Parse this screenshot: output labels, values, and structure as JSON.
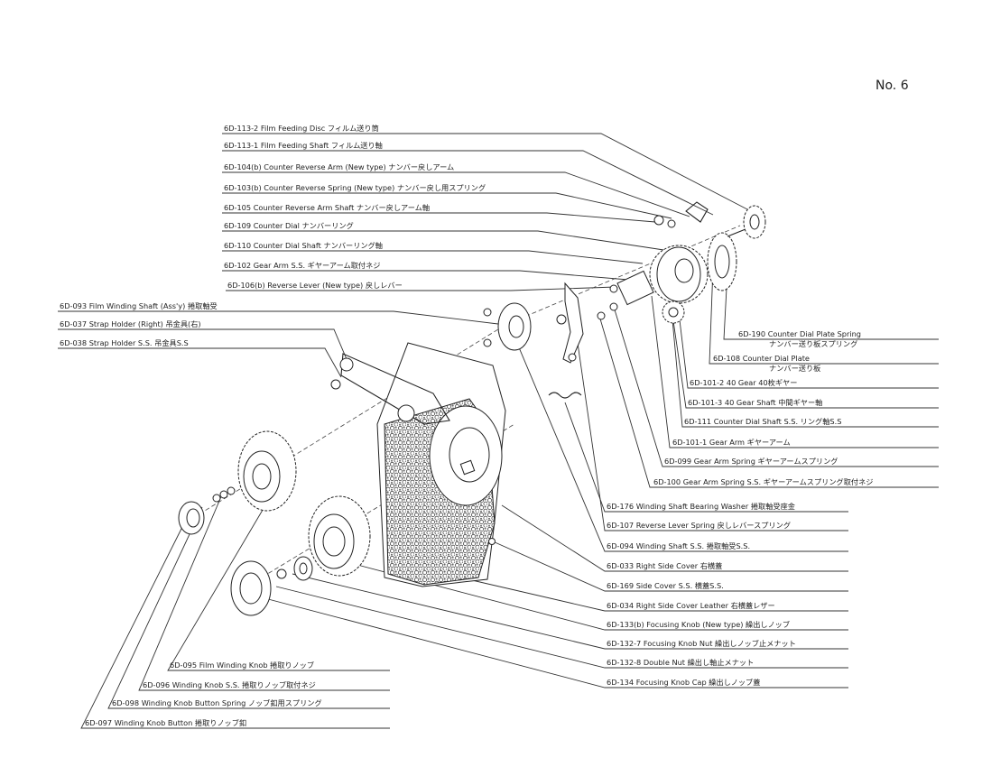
{
  "page_number": "No. 6",
  "callouts": [
    {
      "text": "6D-113-2 Film Feeding Disc フィルム送り筒"
    },
    {
      "text": "6D-113-1 Film Feeding Shaft フィルム送り軸"
    },
    {
      "text": "6D-104(b) Counter Reverse Arm (New type) ナンバー戻しアーム"
    },
    {
      "text": "6D-103(b) Counter Reverse Spring (New type) ナンバー戻し用スプリング"
    },
    {
      "text": "6D-105 Counter Reverse Arm Shaft ナンバー戻しアーム軸"
    },
    {
      "text": "6D-109 Counter Dial ナンバーリング"
    },
    {
      "text": "6D-110 Counter Dial Shaft ナンバーリング軸"
    },
    {
      "text": "6D-102 Gear Arm S.S. ギヤーアーム取付ネジ"
    },
    {
      "text": "6D-106(b) Reverse Lever (New type) 戻しレバー"
    },
    {
      "text": "6D-093 Film Winding Shaft (Ass'y) 捲取軸受"
    },
    {
      "text": "6D-037 Strap Holder (Right) 吊金具(右)"
    },
    {
      "text": "6D-038 Strap Holder S.S. 吊金具S.S"
    },
    {
      "text": "6D-190 Counter Dial Plate Spring"
    },
    {
      "text": "ナンバー送り板スプリング"
    },
    {
      "text": "6D-108 Counter Dial Plate"
    },
    {
      "text": "ナンバー送り板"
    },
    {
      "text": "6D-101-2 40 Gear 40枚ギヤー"
    },
    {
      "text": "6D-101-3 40 Gear Shaft 中間ギヤー軸"
    },
    {
      "text": "6D-111 Counter Dial Shaft S.S. リング軸S.S"
    },
    {
      "text": "6D-101-1 Gear Arm ギヤーアーム"
    },
    {
      "text": "6D-099 Gear Arm Spring ギヤーアームスプリング"
    },
    {
      "text": "6D-100 Gear Arm Spring S.S. ギヤーアームスプリング取付ネジ"
    },
    {
      "text": "6D-176 Winding Shaft Bearing Washer 捲取軸受座金"
    },
    {
      "text": "6D-107 Reverse Lever Spring 戻しレバースプリング"
    },
    {
      "text": "6D-094 Winding Shaft S.S. 捲取軸受S.S."
    },
    {
      "text": "6D-033 Right Side Cover 右横蓋"
    },
    {
      "text": "6D-169 Side Cover S.S. 横蓋S.S."
    },
    {
      "text": "6D-034 Right Side Cover Leather 右横蓋レザー"
    },
    {
      "text": "6D-133(b) Focusing Knob (New type) 繰出しノッブ"
    },
    {
      "text": "6D-132-7 Focusing Knob Nut 繰出しノッブ止メナット"
    },
    {
      "text": "6D-132-8 Double Nut 繰出し軸止メナット"
    },
    {
      "text": "6D-134 Focusing Knob Cap 繰出しノッブ蓋"
    },
    {
      "text": "6D-095 Film Winding Knob 捲取りノッブ"
    },
    {
      "text": "6D-096 Winding Knob S.S. 捲取りノッブ取付ネジ"
    },
    {
      "text": "6D-098 Winding Knob Button Spring ノッブ釦用スプリング"
    },
    {
      "text": "6D-097 Winding Knob Button 捲取りノッブ釦"
    }
  ]
}
